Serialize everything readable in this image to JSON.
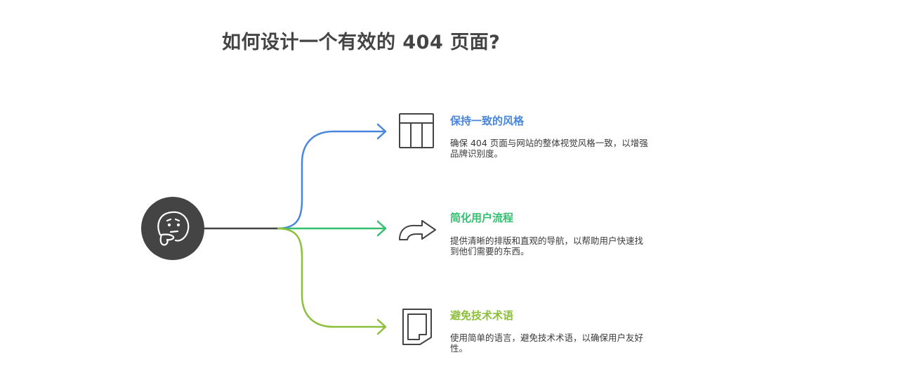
{
  "title": "如何设计一个有效的 404 页面?",
  "center": {
    "icon": "thinking-face-icon"
  },
  "branches": [
    {
      "title": "保持一致的风格",
      "description": "确保 404 页面与网站的整体视觉风格一致，以增强品牌识别度。",
      "icon": "layout-columns-icon",
      "color": "#4a86dc"
    },
    {
      "title": "简化用户流程",
      "description": "提供清晰的排版和直观的导航，以帮助用户快速找到他们需要的东西。",
      "icon": "redirect-arrow-icon",
      "color": "#33bf6f"
    },
    {
      "title": "避免技术术语",
      "description": "使用简单的语言，避免技术术语，以确保用户友好性。",
      "icon": "document-icon",
      "color": "#8cbf3c"
    }
  ],
  "colors": {
    "title": "#444444",
    "center_fill": "#444444",
    "stem": "#444444"
  }
}
